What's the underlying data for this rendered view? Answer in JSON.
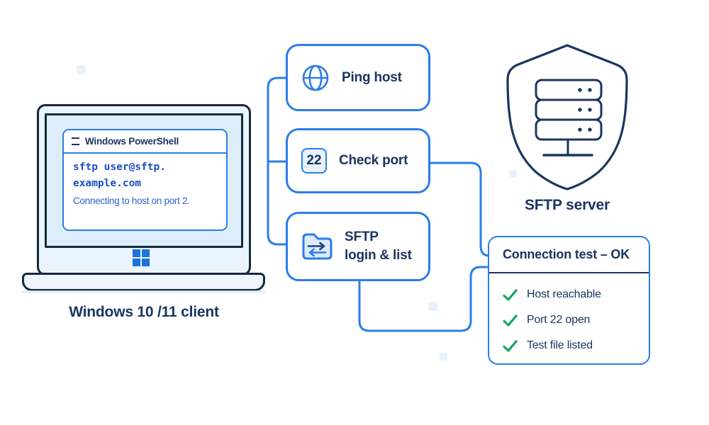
{
  "colors": {
    "accent_blue": "#2b7de9",
    "dark_navy": "#1c3461",
    "terminal_blue": "#1d4ec4",
    "status_blue": "#2c63d4",
    "check_green": "#10a35f",
    "light_fill": "#e8f2fd"
  },
  "client": {
    "terminal": {
      "title": "Windows PowerShell",
      "command_line1": "sftp user@sftp.",
      "command_line2": "example.com",
      "status_line": "Connecting to host on port 2."
    },
    "label": "Windows 10 /11 client"
  },
  "steps": [
    {
      "label": "Ping host",
      "icon": "globe-icon"
    },
    {
      "label": "Check port",
      "icon": "port-22-badge",
      "badge": "22"
    },
    {
      "label_line1": "SFTP",
      "label_line2": "login & list",
      "icon": "folder-transfer-icon"
    }
  ],
  "server": {
    "label": "SFTP server",
    "icon": "shield-server-icon"
  },
  "result": {
    "title": "Connection test – OK",
    "items": [
      "Host reachable",
      "Port 22 open",
      "Test file listed"
    ]
  }
}
